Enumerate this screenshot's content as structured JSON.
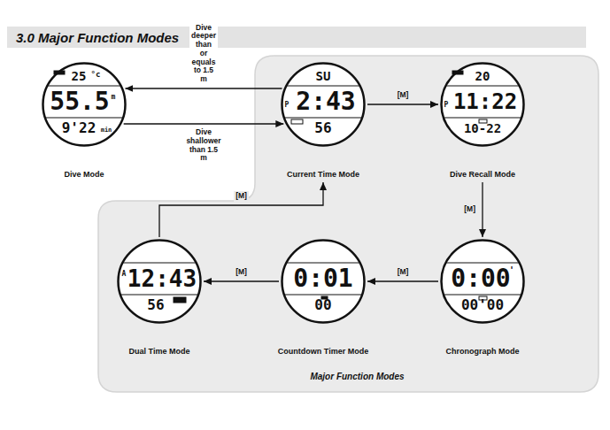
{
  "diagram": {
    "title": "3.0 Major Function Modes",
    "nodes": [
      {
        "text": [
          "Dive Mode",
          "25",
          "°c",
          "55.5",
          "m",
          "9'22",
          "min"
        ]
      },
      {
        "text": [
          "Major Function Modes"
        ]
      },
      {
        "text": [
          "Current Time Mode",
          "SU",
          "P",
          "2:43",
          "56"
        ],
        "in": 1
      },
      {
        "text": [
          "Dive Recall Mode",
          "20",
          "P",
          "11:22",
          "10-22"
        ],
        "in": 1
      },
      {
        "text": [
          "Chronograph Mode",
          "0:00",
          "'",
          "00'00"
        ],
        "in": 1
      },
      {
        "text": [
          "Countdown Timer Mode",
          "0:01",
          "00"
        ],
        "in": 1
      },
      {
        "text": [
          "Dual Time Mode",
          "A",
          "12:43",
          "56"
        ],
        "in": 1
      }
    ],
    "edges": [
      {
        "from": 2,
        "to": 0,
        "label": "Dive deeper than or equals to 1.5 m",
        "arrow": "to"
      },
      {
        "from": 0,
        "to": 2,
        "label": "Dive shallower than 1.5 m",
        "arrow": "to"
      },
      {
        "from": 2,
        "to": 3,
        "label": "[M]",
        "arrow": "to"
      },
      {
        "from": 3,
        "to": 4,
        "label": "[M]",
        "arrow": "to"
      },
      {
        "from": 4,
        "to": 5,
        "label": "[M]",
        "arrow": "to"
      },
      {
        "from": 5,
        "to": 6,
        "label": "[M]",
        "arrow": "to"
      },
      {
        "from": 6,
        "to": 2,
        "label": "[M]",
        "arrow": "to"
      }
    ]
  }
}
